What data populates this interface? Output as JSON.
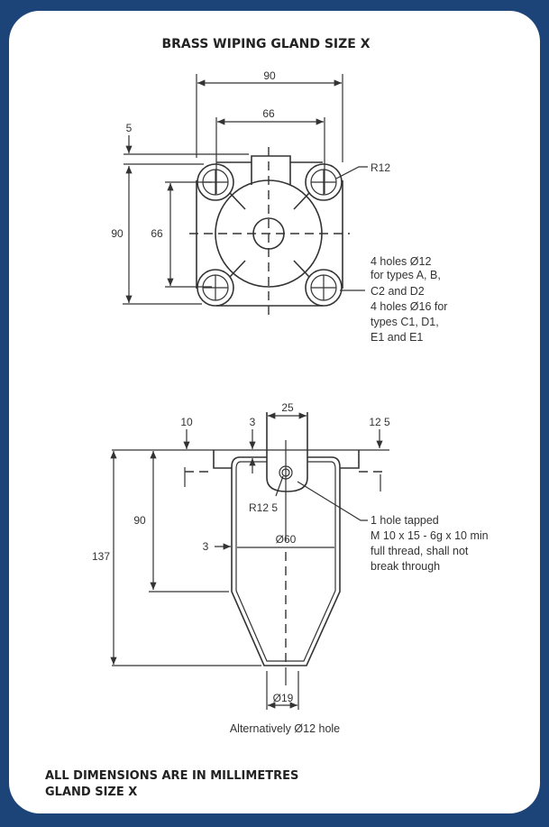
{
  "title": "BRASS WIPING GLAND SIZE X",
  "top_view": {
    "dim_width_outer": "90",
    "dim_width_holes": "66",
    "dim_boss": "5",
    "dim_height_outer": "90",
    "dim_height_holes": "66",
    "radius_label": "R12",
    "hole_note": [
      "4 holes Ø12",
      "for types A, B,",
      "C2 and D2",
      "4 holes Ø16 for",
      "types C1, D1,",
      "E1 and E1"
    ]
  },
  "side_view": {
    "dim_tab_width": "25",
    "dim_flange": "10",
    "dim_wall_top": "3",
    "dim_right": "12 5",
    "dim_body_height": "90",
    "dim_total_height": "137",
    "dim_wall_side": "3",
    "dim_body_diameter": "Ø60",
    "radius_label": "R12 5",
    "tapped_note": [
      "1 hole tapped",
      "M 10 x 15 - 6g x 10 min",
      "full thread, shall not",
      "break through"
    ],
    "dim_outlet": "Ø19",
    "outlet_note": "Alternatively Ø12 hole"
  },
  "footer": {
    "line1": "ALL DIMENSIONS ARE IN MILLIMETRES",
    "line2": "GLAND SIZE X"
  },
  "colors": {
    "frame": "#1d4479",
    "ink": "#333333"
  }
}
